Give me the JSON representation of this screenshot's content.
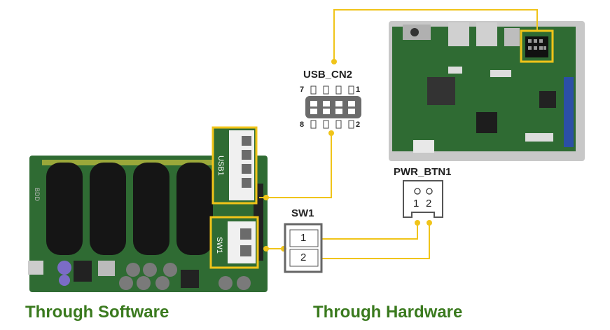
{
  "usb_connector": {
    "name": "USB_CN2",
    "pin_top_left": "7",
    "pin_top_right": "1",
    "pin_bottom_left": "8",
    "pin_bottom_right": "2"
  },
  "power_button": {
    "name": "PWR_BTN1",
    "pins": [
      "1",
      "2"
    ]
  },
  "switch": {
    "name": "SW1",
    "rows": [
      "1",
      "2"
    ]
  },
  "software_board": {
    "usb_label": "USB1",
    "sw_label": "SW1",
    "silk_label": "BDD"
  },
  "captions": {
    "software": "Through Software",
    "hardware": "Through Hardware"
  },
  "colors": {
    "wire": "#f0c419",
    "highlight": "#f0c419",
    "caption": "#3a7a1e",
    "pcb_green": "#2e7d32",
    "connector_gray": "#6b6b6b"
  }
}
